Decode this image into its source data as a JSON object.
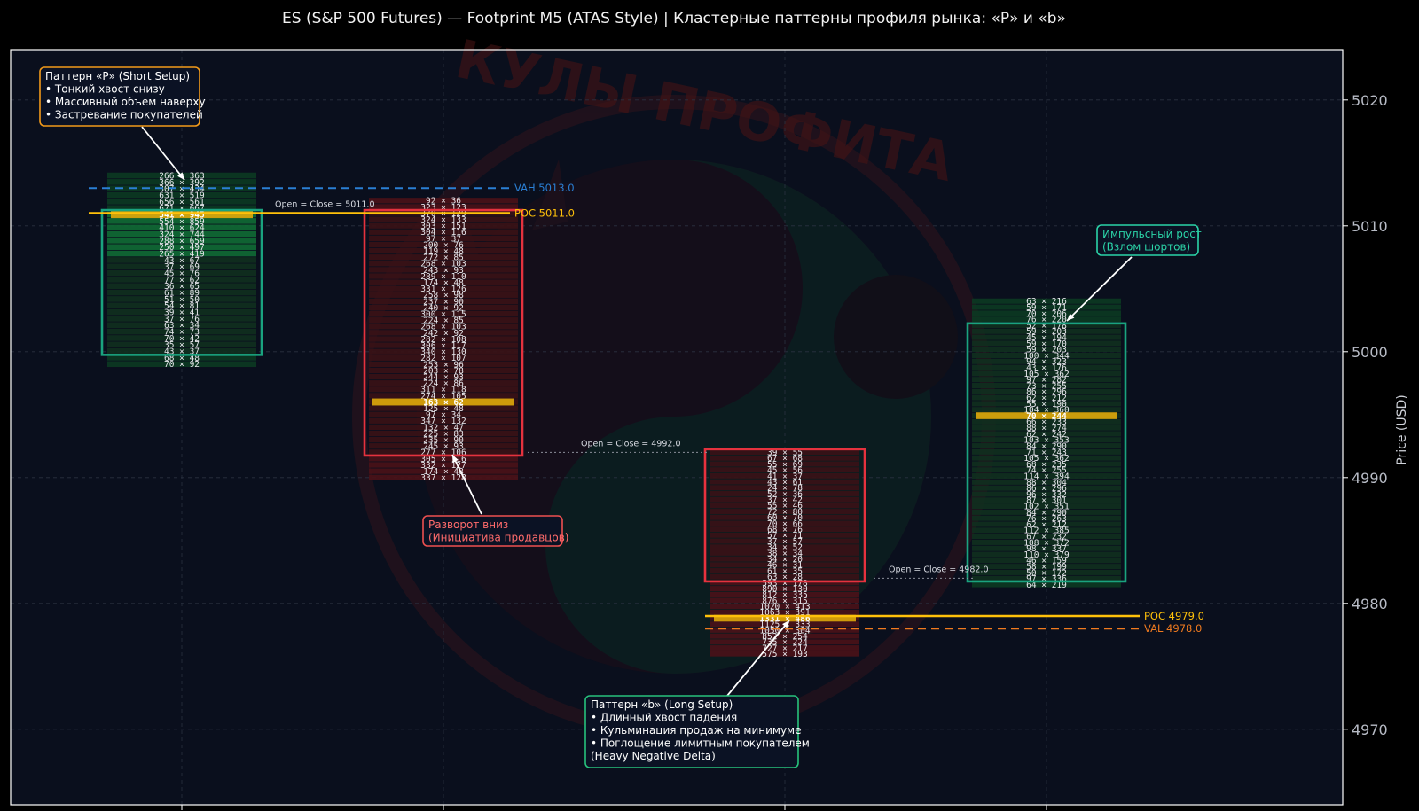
{
  "chart_data": {
    "type": "footprint",
    "title": "ES (S&P 500 Futures) — Footprint M5 (ATAS Style) | Кластерные паттерны профиля рынка: «P» и «b»",
    "ylabel": "Price (USD)",
    "ylim": [
      4964,
      5024
    ],
    "yticks": [
      4970,
      4980,
      4990,
      5000,
      5010,
      5020
    ],
    "tick_size": 0.5,
    "candles": [
      {
        "name": "candle-1",
        "high": 5014.25,
        "low": 4998.75,
        "open": 5011.0,
        "close": 5011.0,
        "body_low": 4999.75,
        "body_high": 5011.25,
        "color": "#1aa37f",
        "poc": 5011.0,
        "cells_from_top": [
          "266 × 363",
          "366 × 392",
          "307 × 434",
          "631 × 519",
          "656 × 561",
          "671 × 667",
          "541 × 945",
          "554 × 859",
          "410 × 624",
          "324 × 744",
          "288 × 659",
          "250 × 497",
          "265 × 419",
          "43 × 67",
          "37 × 69",
          "45 × 76",
          "77 × 62",
          "36 × 65",
          "61 × 89",
          "51 × 50",
          "54 × 81",
          "39 × 41",
          "37 × 76",
          "63 × 34",
          "74 × 73",
          "70 × 42",
          "35 × 57",
          "43 × 37",
          "68 × 48",
          "70 × 92"
        ],
        "annotation_oc": "Open = Close = 5011.0"
      },
      {
        "name": "candle-2",
        "high": 5012.25,
        "low": 4989.75,
        "open": 5011.0,
        "close": 4992.0,
        "body_low": 4991.75,
        "body_high": 5011.25,
        "color": "#e5323e",
        "poc": 4996.0,
        "cells_from_top": [
          "92 × 36",
          "323 × 123",
          "370 × 129",
          "324 × 133",
          "303 × 151",
          "304 × 116",
          "97 × 37",
          "200 × 76",
          "119 × 48",
          "272 × 85",
          "268 × 103",
          "243 × 93",
          "289 × 110",
          "174 × 48",
          "331 × 126",
          "258 × 98",
          "237 × 90",
          "240 × 92",
          "300 × 115",
          "224 × 85",
          "268 × 103",
          "242 × 92",
          "282 × 108",
          "306 × 117",
          "340 × 130",
          "282 × 107",
          "253 × 96",
          "203 × 78",
          "244 × 93",
          "224 × 86",
          "311 × 118",
          "274 × 105",
          "163 × 62",
          "125 × 48",
          "97 × 34",
          "347 × 132",
          "132 × 47",
          "225 × 83",
          "235 × 90",
          "245 × 93",
          "277 × 106",
          "305 × 116",
          "332 × 127",
          "174 × 48",
          "337 × 128"
        ],
        "annotation_oc": "Open = Close = 4992.0"
      },
      {
        "name": "candle-3",
        "high": 4992.25,
        "low": 4975.75,
        "open": 4992.0,
        "close": 4982.0,
        "body_low": 4981.75,
        "body_high": 4992.25,
        "color": "#e5323e",
        "poc": 4979.0,
        "cells_from_top": [
          "39 × 55",
          "67 × 68",
          "55 × 69",
          "45 × 56",
          "41 × 37",
          "43 × 61",
          "24 × 78",
          "52 × 36",
          "37 × 42",
          "55 × 46",
          "72 × 80",
          "60 × 70",
          "70 × 66",
          "68 × 76",
          "57 × 71",
          "37 × 57",
          "34 × 52",
          "38 × 34",
          "34 × 20",
          "46 × 31",
          "61 × 35",
          "63 × 28",
          "593 × 178",
          "890 × 130",
          "812 × 335",
          "876 × 315",
          "1020 × 413",
          "1063 × 391",
          "1331 × 486",
          "1125 × 333",
          "1050 × 304",
          "852 × 254",
          "735 × 224",
          "727 × 217",
          "575 × 193"
        ],
        "annotation_oc": "Open = Close = 4982.0"
      },
      {
        "name": "candle-4",
        "high": 5004.25,
        "low": 4981.25,
        "open": 4982.0,
        "close": 5002.0,
        "body_low": 4981.75,
        "body_high": 5002.25,
        "color": "#1aa37f",
        "poc": 4995.0,
        "cells_from_top": [
          "63 × 216",
          "59 × 171",
          "70 × 206",
          "76 × 220",
          "52 × 178",
          "59 × 203",
          "45 × 194",
          "59 × 170",
          "59 × 203",
          "100 × 344",
          "94 × 323",
          "43 × 176",
          "105 × 362",
          "97 × 282",
          "73 × 255",
          "86 × 296",
          "62 × 212",
          "55 × 190",
          "104 × 360",
          "70 × 244",
          "66 × 233",
          "88 × 274",
          "62 × 242",
          "103 × 353",
          "84 × 290",
          "71 × 243",
          "105 × 362",
          "68 × 235",
          "74 × 255",
          "114 × 394",
          "88 × 304",
          "86 × 296",
          "96 × 332",
          "87 × 301",
          "102 × 351",
          "84 × 290",
          "76 × 263",
          "62 × 212",
          "112 × 385",
          "67 × 232",
          "108 × 372",
          "98 × 337",
          "110 × 379",
          "46 × 159",
          "58 × 199",
          "50 × 172",
          "97 × 336",
          "64 × 219"
        ],
        "annotation_oc": ""
      }
    ],
    "levels": [
      {
        "name": "vah-line",
        "label": "VAH 5013.0",
        "price": 5013.0,
        "color": "#2a7fd4",
        "dash": true
      },
      {
        "name": "poc-top-line",
        "label": "POC 5011.0",
        "price": 5011.0,
        "color": "#ffc10a",
        "dash": false
      },
      {
        "name": "poc-bottom-line",
        "label": "POC 4979.0",
        "price": 4979.0,
        "color": "#ffc10a",
        "dash": false
      },
      {
        "name": "val-line",
        "label": "VAL 4978.0",
        "price": 4978.0,
        "color": "#f07a1f",
        "dash": true
      }
    ],
    "annotations": [
      {
        "name": "p-pattern-note",
        "lines": [
          "Паттерн «P» (Short Setup)",
          "• Тонкий хвост снизу",
          "• Массивный объем наверху",
          "• Застревание покупателей"
        ],
        "border": "#f29a1a",
        "text": "#ffffff"
      },
      {
        "name": "reversal-note",
        "lines": [
          "Разворот вниз",
          "(Инициатива продавцов)"
        ],
        "border": "#ee5050",
        "text": "#ff6b6b"
      },
      {
        "name": "b-pattern-note",
        "lines": [
          "Паттерн «b» (Long Setup)",
          "• Длинный хвост падения",
          "• Кульминация продаж на минимуме",
          "• Поглощение лимитным покупателем",
          "  (Heavy Negative Delta)"
        ],
        "border": "#27c27c",
        "text": "#ffffff"
      },
      {
        "name": "impulse-note",
        "lines": [
          "Импульсный рост",
          "(Взлом шортов)"
        ],
        "border": "#2bd4a8",
        "text": "#2bd4a8"
      }
    ],
    "watermark": "КУЛЫ ПРОФИТА"
  }
}
